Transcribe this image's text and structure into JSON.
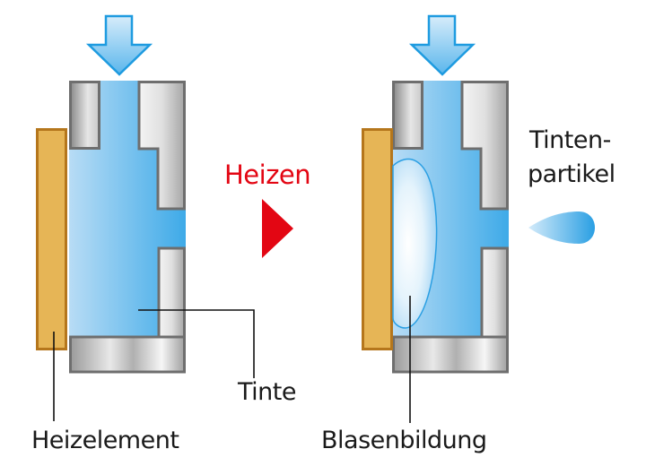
{
  "labels": {
    "heat": "Heizen",
    "ink": "Tinte",
    "heater": "Heizelement",
    "bubble": "Blasenbildung",
    "particle_line1": "Tinten-",
    "particle_line2": "partikel"
  },
  "colors": {
    "heat_accent": "#e30613",
    "ink": "#5bb4ea",
    "heater_fill": "#e6b556",
    "heater_border": "#b5761c",
    "wall_border": "#6e6e6e"
  }
}
